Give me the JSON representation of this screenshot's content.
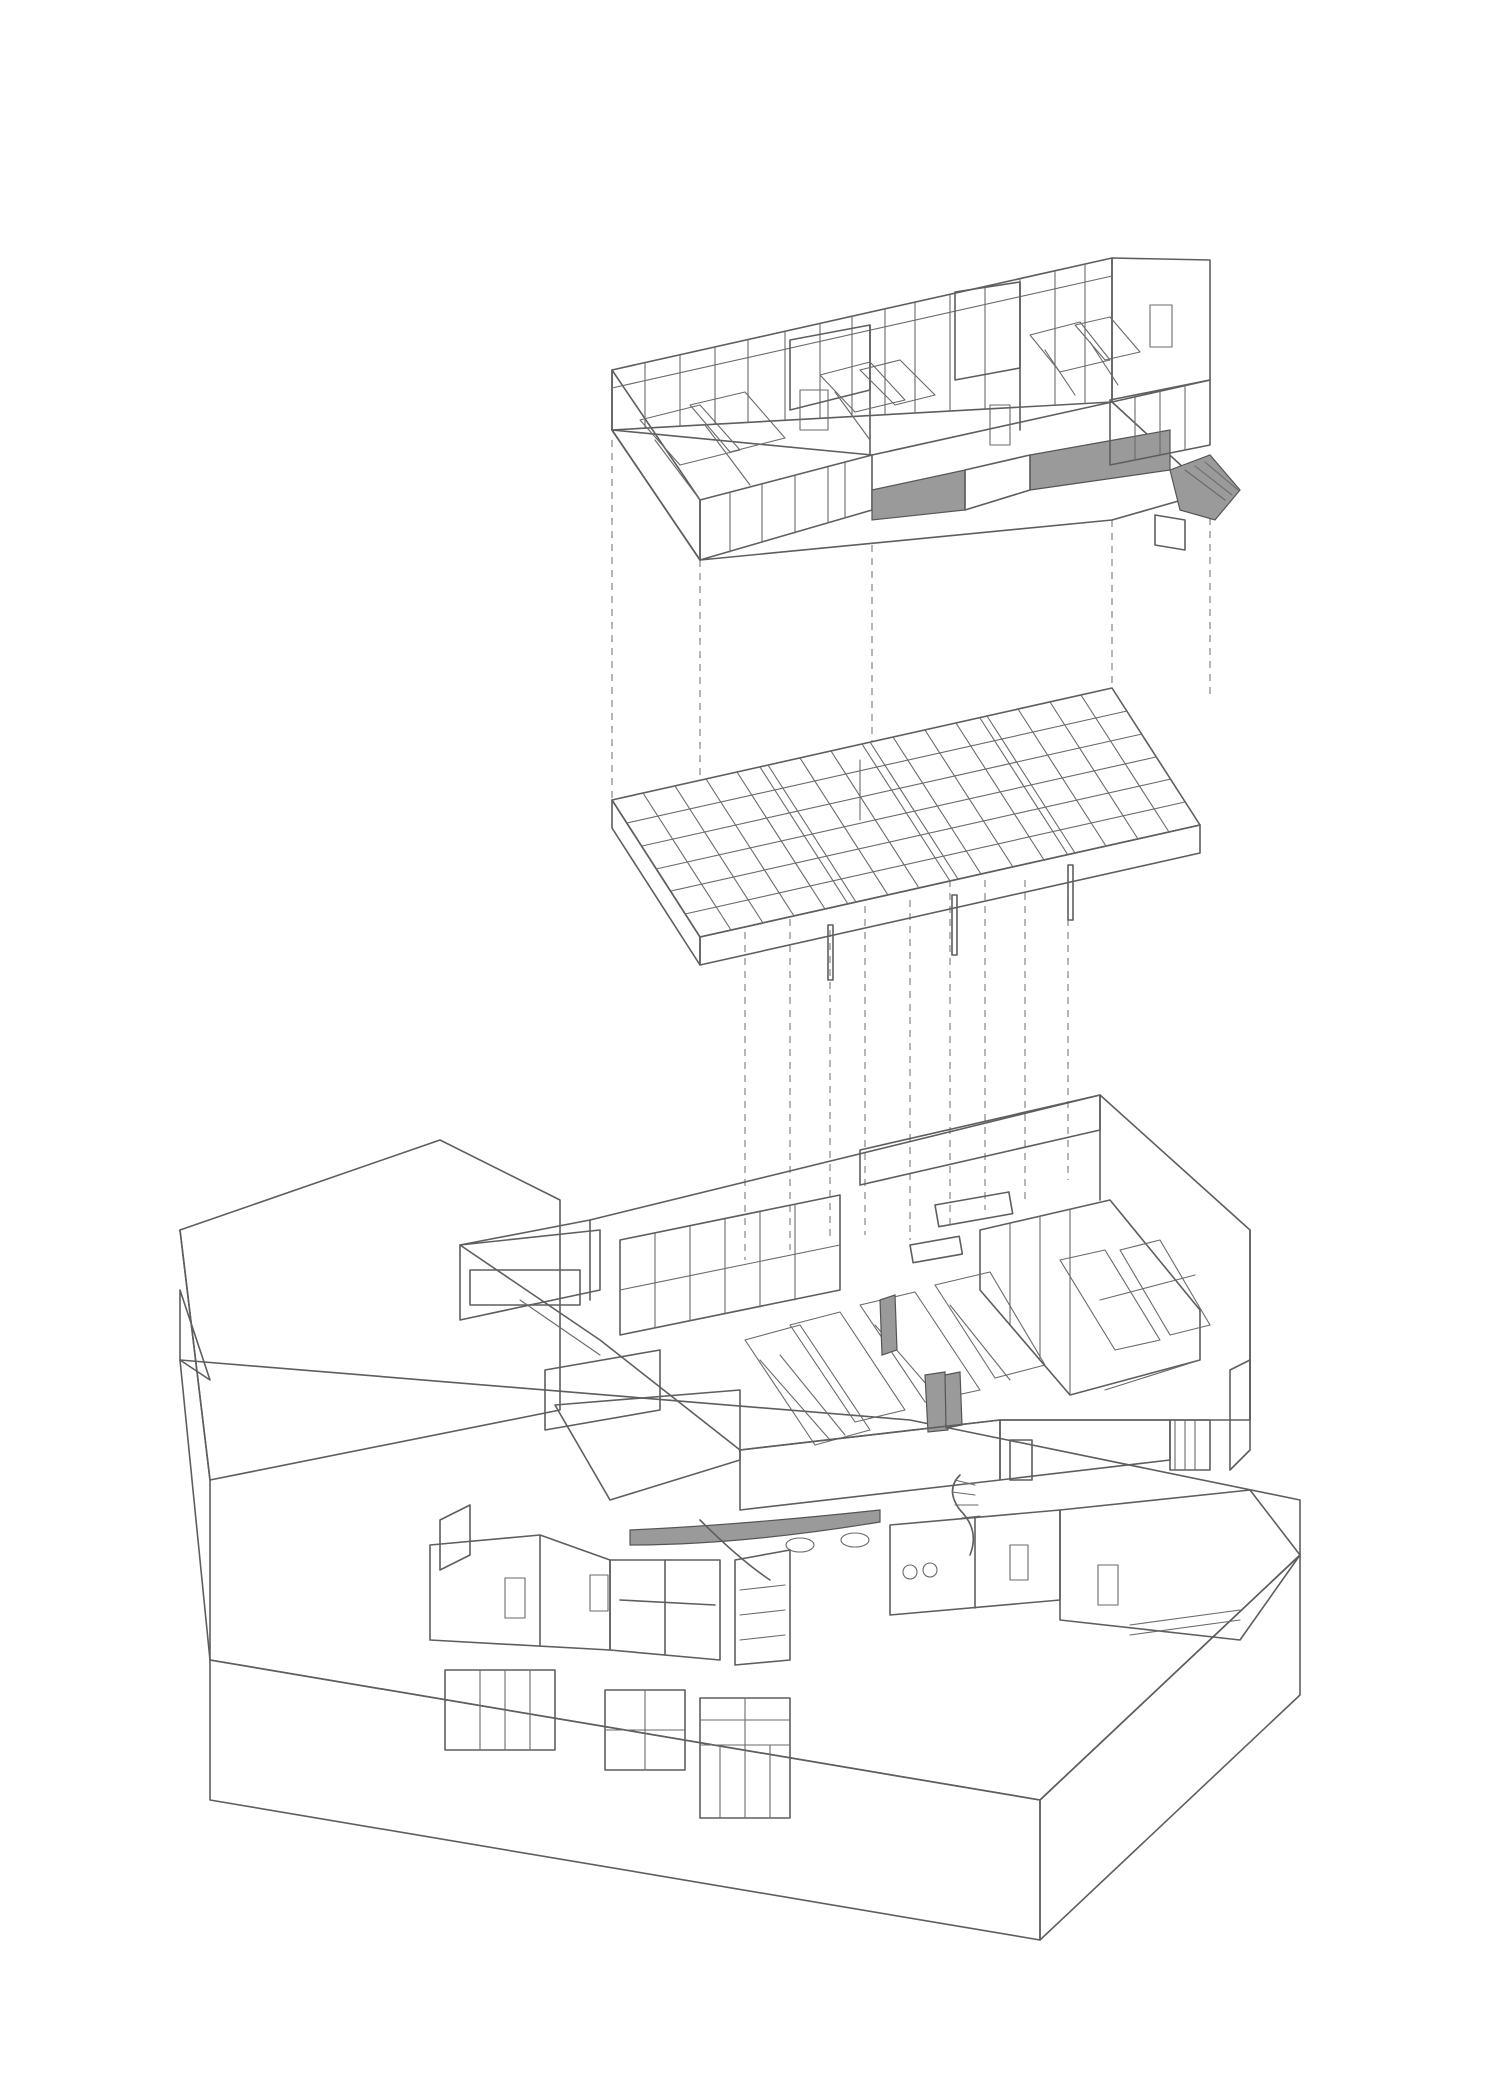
{
  "drawing": {
    "type": "exploded axonometric architectural diagram",
    "colors": {
      "background": "#ffffff",
      "linework": "#5e5e5e",
      "shaded_fill": "#9a9a9a",
      "projection_lines": "#7a7a7a"
    },
    "layers": [
      {
        "id": "upper-mezzanine-level"
      },
      {
        "id": "roof-grid-structure"
      },
      {
        "id": "ground-floor-level"
      }
    ]
  }
}
